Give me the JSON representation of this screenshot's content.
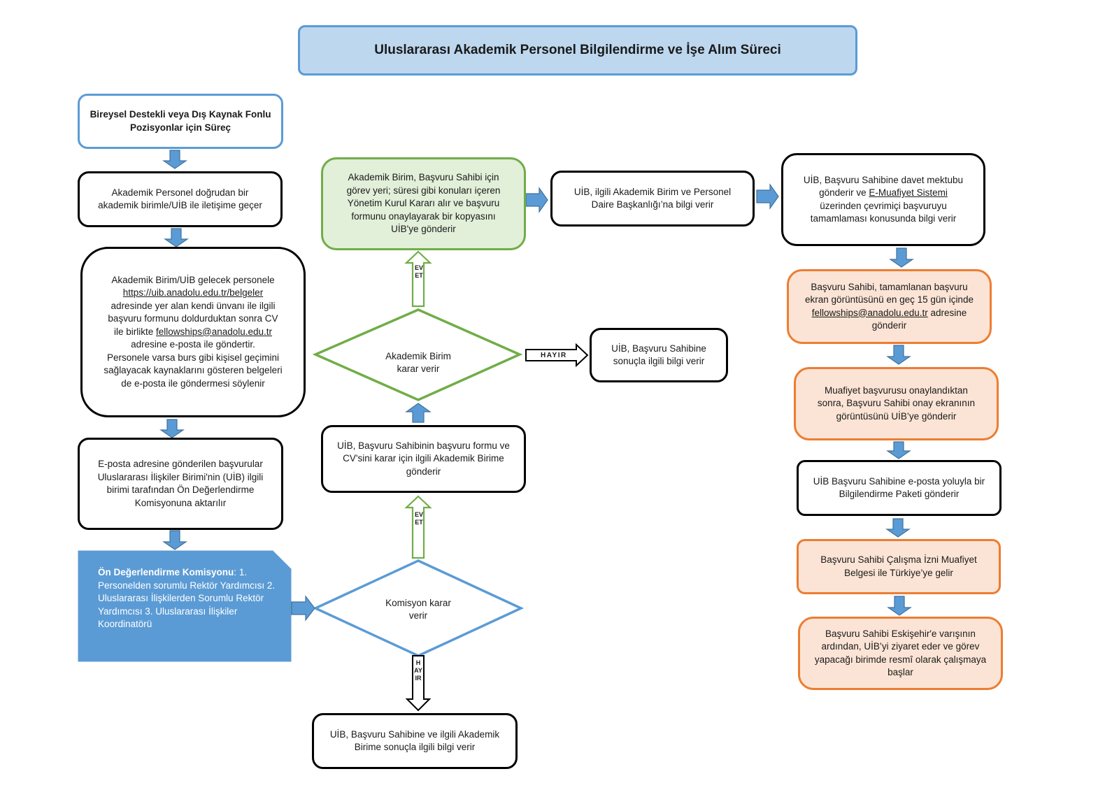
{
  "title": "Uluslararası Akademik Personel Bilgilendirme ve İşe Alım Süreci",
  "left": {
    "start": [
      "Bireysel Destekli veya Dış Kaynak Fonlu",
      "Pozisyonlar için Süreç"
    ],
    "contact": [
      "Akademik Personel doğrudan bir",
      "akademik birimle/UİB ile iletişime geçer"
    ],
    "send_form": {
      "line1": "Akademik Birim/UİB gelecek personele",
      "link1": "https://uib.anadolu.edu.tr/belgeler",
      "line2": "adresinde yer alan kendi ünvanı ile ilgili",
      "line3": "başvuru formunu doldurduktan sonra CV",
      "line4_pre": "ile birlikte ",
      "email": "fellowships@anadolu.edu.tr",
      "line5": "adresine e-posta ile göndertir.",
      "line6": "Personele varsa burs gibi kişisel geçimini",
      "line7": "sağlayacak kaynaklarını gösteren belgeleri",
      "line8": "de e-posta ile göndermesi söylenir"
    },
    "forwarded": [
      "E-posta adresine gönderilen başvurular",
      "Uluslararası İlişkiler Birimi'nin (UİB) ilgili",
      "birimi tarafından Ön Değerlendirme",
      "Komisyonuna aktarılır"
    ],
    "committee": {
      "head": "Ön Değerlendirme Komisyonu",
      "colon": ":",
      "items": [
        "1. Personelden sorumlu Rektör",
        "Yardımcısı",
        "2. Uluslararası İlişkilerden Sorumlu",
        "Rektör Yardımcısı",
        "3. Uluslararası İlişkiler Koordinatörü"
      ]
    }
  },
  "middle": {
    "commission_decision": [
      "Komisyon karar",
      "verir"
    ],
    "send_to_unit": [
      "UİB, Başvuru Sahibinin başvuru formu ve",
      "CV'sini karar için ilgili Akademik Birime",
      "gönderir"
    ],
    "unit_decision": [
      "Akademik Birim",
      "karar verir"
    ],
    "board_decision": [
      "Akademik Birim, Başvuru Sahibi için",
      "görev yeri; süresi gibi konuları içeren",
      "Yönetim Kurul Kararı alır ve başvuru",
      "formunu onaylayarak bir kopyasını",
      "UİB'ye gönderir"
    ],
    "final_no": [
      "UİB, Başvuru Sahibine ve ilgili Akademik",
      "Birime sonuçla ilgili bilgi verir"
    ],
    "no_result": [
      "UİB, Başvuru Sahibine",
      "sonuçla ilgili bilgi verir"
    ],
    "inform_dept": [
      "UİB, ilgili Akademik Birim ve Personel",
      "Daire Başkanlığı’na bilgi verir"
    ]
  },
  "labels": {
    "yes": "EVET",
    "no": "HAYIR"
  },
  "right": {
    "invite": {
      "line1": "UİB, Başvuru Sahibine davet mektubu",
      "line2_pre": "gönderir ve ",
      "link": "E-Muafiyet Sistemi",
      "line3": "üzerinden çevrimiçi başvuruyu",
      "line4": "tamamlaması konusunda bilgi verir"
    },
    "screenshot": {
      "line1": "Başvuru Sahibi, tamamlanan başvuru",
      "line2": "ekran görüntüsünü en geç 15 gün içinde",
      "email": "fellowships@anadolu.edu.tr",
      "line3_post": " adresine",
      "line4": "gönderir"
    },
    "approval": [
      "Muafiyet başvurusu onaylandıktan",
      "sonra, Başvuru Sahibi onay ekranının",
      "görüntüsünü UİB’ye gönderir"
    ],
    "package": [
      "UİB Başvuru Sahibine e-posta yoluyla bir",
      "Bilgilendirme Paketi gönderir"
    ],
    "arrive": [
      "Başvuru Sahibi Çalışma İzni Muafiyet",
      "Belgesi ile Türkiye’ye gelir"
    ],
    "start_work": [
      "Başvuru Sahibi Eskişehir'e varışının",
      "ardından, UİB’yi ziyaret eder ve görev",
      "yapacağı birimde resmî olarak çalışmaya",
      "başlar"
    ]
  },
  "colors": {
    "blue_border": "#5b9bd5",
    "green_border": "#70ad47",
    "green_fill": "#e2efd9",
    "orange_border": "#ed7d31",
    "orange_fill": "#fbe4d5",
    "committee_fill": "#5b9bd5",
    "title_fill": "#bdd7ee"
  }
}
